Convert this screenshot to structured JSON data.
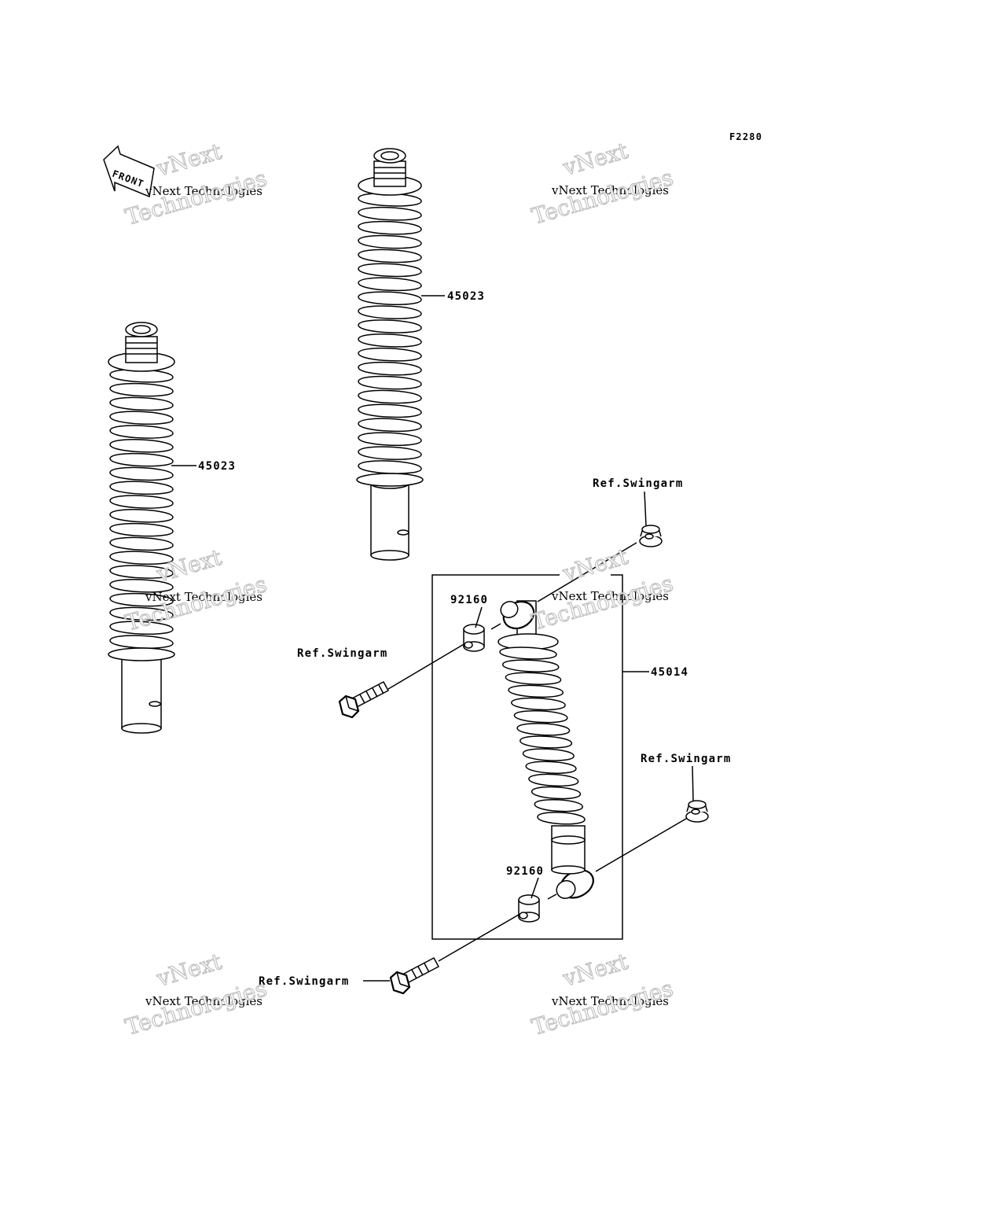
{
  "figure_code": "F2280",
  "front_label": "FRONT",
  "watermark": {
    "line1": "vNext Technologies",
    "line2": "vNext",
    "line3": "Technologies"
  },
  "callouts": {
    "spring_upper": "45023",
    "spring_left": "45023",
    "shock_assembly": "45014",
    "collar_upper": "92160",
    "collar_lower": "92160",
    "ref_upper_nut": "Ref.Swingarm",
    "ref_upper_bolt": "Ref.Swingarm",
    "ref_lower_nut": "Ref.Swingarm",
    "ref_lower_bolt": "Ref.Swingarm"
  }
}
